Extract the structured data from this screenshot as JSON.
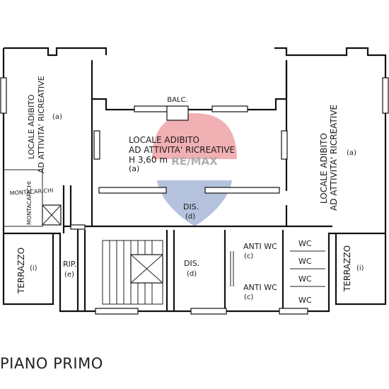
{
  "plan_title": "PIANO PRIMO",
  "watermark": {
    "brand": "RE/MAX",
    "colors": {
      "red": "#d9212b",
      "blue": "#2a4f9e"
    }
  },
  "labels": {
    "balcony": "BALC.",
    "central_room": [
      "LOCALE ADIBITO",
      "AD ATTIVITA' RICREATIVE",
      "H 3,60 m",
      "(a)"
    ],
    "left_room": [
      "LOCALE ADIBITO",
      "AD ATTIVITA' RICREATIVE",
      "(a)"
    ],
    "right_room": [
      "LOCALE ADIBITO",
      "AD ATTIVITA' RICREATIVE",
      "(a)"
    ],
    "dis_upper": [
      "DIS.",
      "(d)"
    ],
    "dis_lower": [
      "DIS.",
      "(d)"
    ],
    "rip": [
      "RIP.",
      "(e)"
    ],
    "anti_wc_1": [
      "ANTI WC",
      "(c)"
    ],
    "anti_wc_2": [
      "ANTI WC",
      "(c)"
    ],
    "wc": [
      "WC",
      "WC",
      "WC",
      "WC"
    ],
    "montacarichi_1": "MONTACARICHI",
    "montacarichi_2": "MONTACARICHI",
    "terrazzo_left": [
      "TERRAZZO",
      "(i)"
    ],
    "terrazzo_right": [
      "TERRAZZO",
      "(i)"
    ]
  }
}
